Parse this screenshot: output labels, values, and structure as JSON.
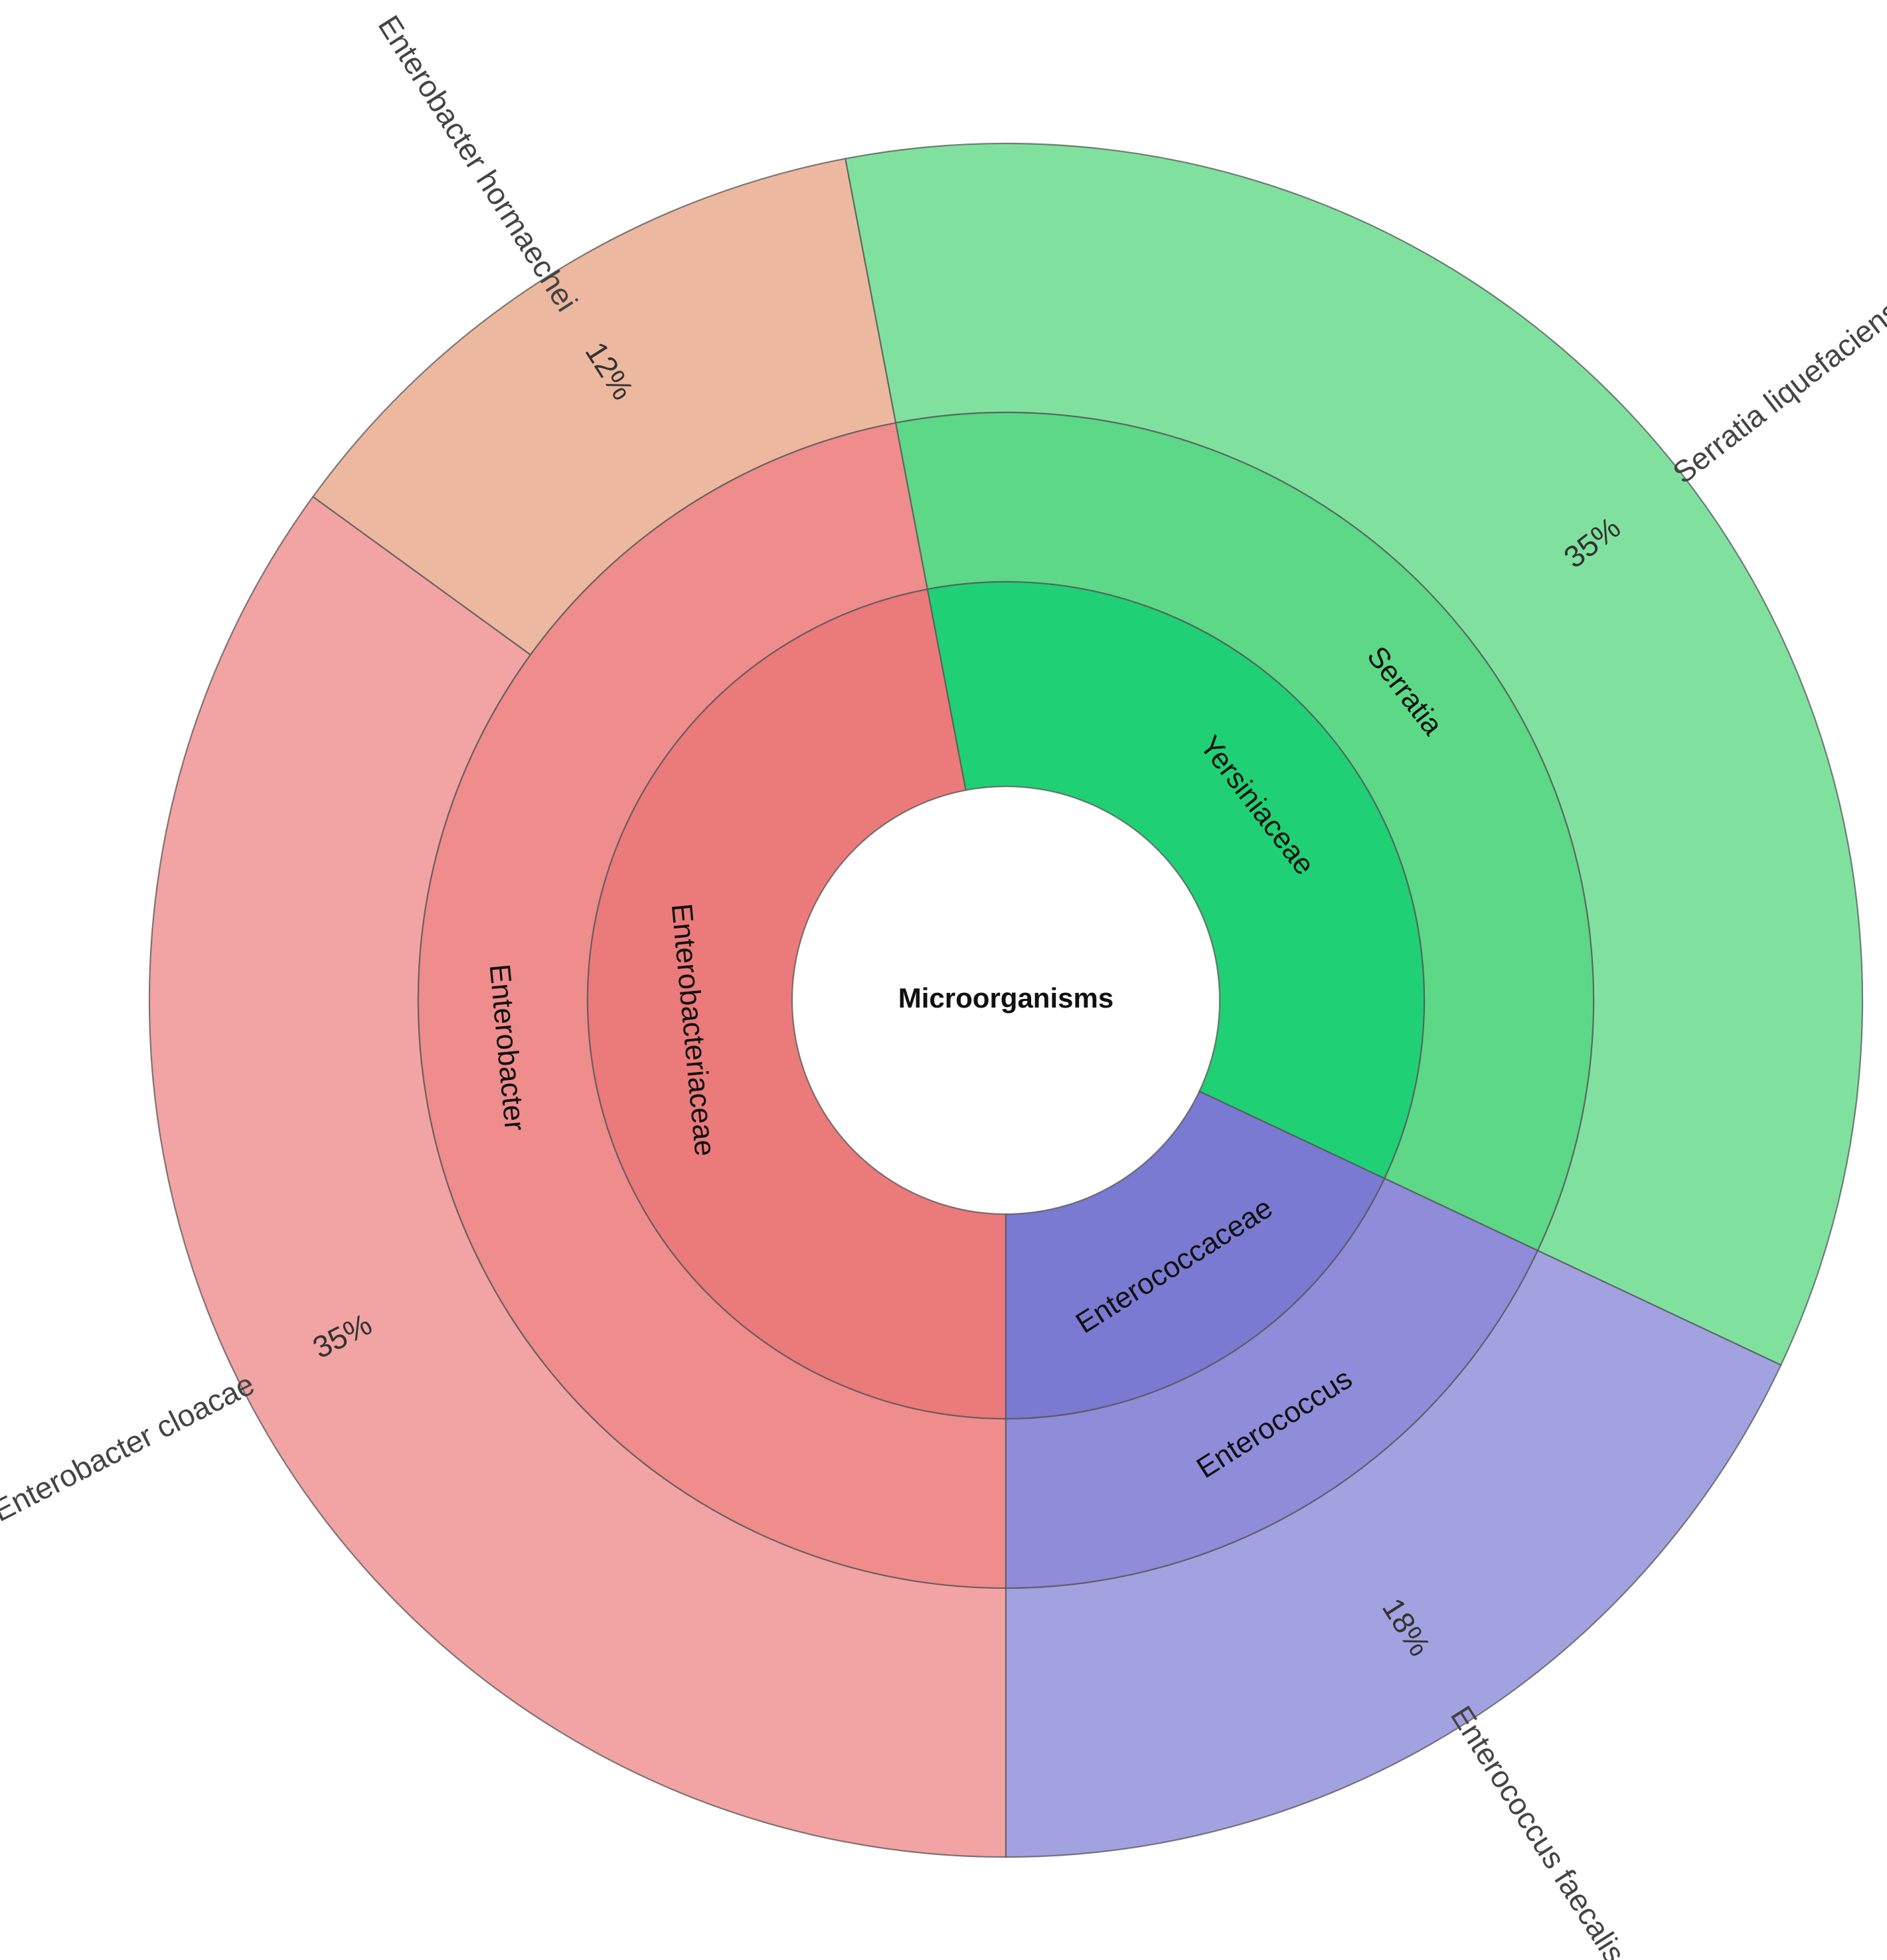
{
  "chart_data": {
    "type": "sunburst",
    "root": "Microorganisms",
    "families": [
      {
        "name": "Enterobacteriaceae",
        "genera": [
          {
            "name": "Enterobacter",
            "species": [
              {
                "name": "Enterobacter cloacae",
                "percent_label": "35%",
                "value": 35,
                "color": "#f2a3a3"
              },
              {
                "name": "Enterobacter hormaechei",
                "percent_label": "12%",
                "value": 12,
                "color": "#edb8a0"
              }
            ],
            "color": "#ef8c8c"
          }
        ],
        "color": "#eb7a7a"
      },
      {
        "name": "Yersiniaceae",
        "genera": [
          {
            "name": "Serratia",
            "species": [
              {
                "name": "Serratia liquefaciens",
                "percent_label": "35%",
                "value": 35,
                "color": "#80e19f"
              }
            ],
            "color": "#5cd887"
          }
        ],
        "color": "#20d075"
      },
      {
        "name": "Enterococcaceae",
        "genera": [
          {
            "name": "Enterococcus",
            "species": [
              {
                "name": "Enterococcus faecalis",
                "percent_label": "18%",
                "value": 18,
                "color": "#a2a2e0"
              }
            ],
            "color": "#8f8cda"
          }
        ],
        "color": "#7a7ad2"
      }
    ],
    "legend": "none"
  }
}
